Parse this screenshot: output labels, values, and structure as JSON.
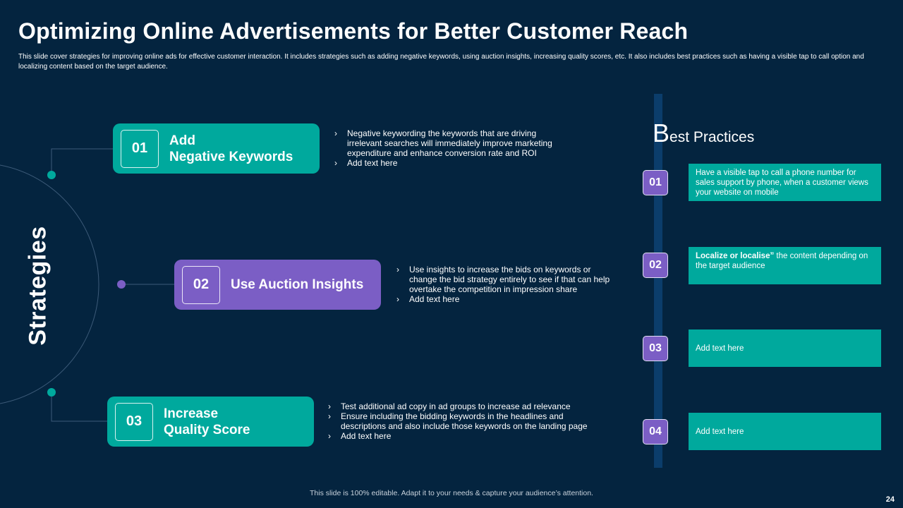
{
  "header": {
    "title": "Optimizing Online Advertisements for Better Customer Reach",
    "subtitle": "This slide cover strategies for improving online ads for effective customer interaction. It includes strategies such as adding negative keywords, using auction insights, increasing quality scores, etc. It also includes best practices such as having a visible tap to call option and localizing content based on the target audience."
  },
  "strategies": {
    "heading": "Strategies",
    "items": [
      {
        "number": "01",
        "label_line1": "Add",
        "label_line2": "Negative Keywords",
        "bullets": [
          "Negative keywording the keywords that are driving irrelevant searches will immediately improve marketing expenditure and enhance conversion rate and ROI",
          "Add text here"
        ]
      },
      {
        "number": "02",
        "label_line1": "Use Auction Insights",
        "bullets": [
          "Use insights to increase the bids on keywords or change the bid strategy entirely to see if that can help overtake the competition in impression share",
          "Add text here"
        ]
      },
      {
        "number": "03",
        "label_line1": "Increase",
        "label_line2": "Quality Score",
        "bullets": [
          "Test additional ad copy in ad groups to increase ad relevance",
          "Ensure including the bidding keywords in the headlines and descriptions and also include those keywords on the landing page",
          "Add text here"
        ]
      }
    ]
  },
  "best_practices": {
    "title_first_letter": "B",
    "title_rest": "est Practices",
    "items": [
      {
        "number": "01",
        "text": "Have a visible tap to call a phone number for sales support by phone, when a customer views your website on mobile"
      },
      {
        "number": "02",
        "text_bold": "Localize or localise”",
        "text": " the content depending on the target audience"
      },
      {
        "number": "03",
        "text": "Add text here"
      },
      {
        "number": "04",
        "text": "Add text here"
      }
    ]
  },
  "footer": {
    "note": "This slide is 100% editable.  Adapt it to your needs & capture your audience’s attention.",
    "page_number": "24"
  },
  "colors": {
    "background": "#04243f",
    "teal": "#00a99d",
    "purple": "#7b5ec5",
    "timeline": "#0b3d6b"
  },
  "icons": {
    "bullet": "chevron-right-icon"
  }
}
